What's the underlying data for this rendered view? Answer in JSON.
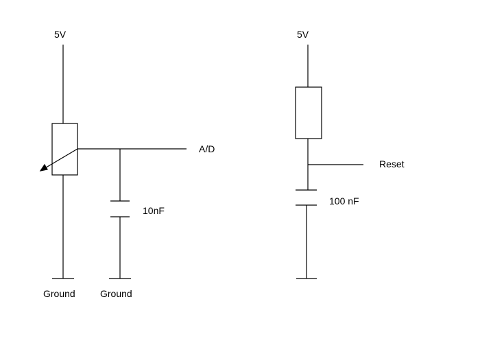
{
  "left_circuit": {
    "supply_label": "5V",
    "output_label": "A/D",
    "capacitor_label": "10nF",
    "ground_left_label": "Ground",
    "ground_right_label": "Ground"
  },
  "right_circuit": {
    "supply_label": "5V",
    "output_label": "Reset",
    "capacitor_label": "100 nF"
  }
}
